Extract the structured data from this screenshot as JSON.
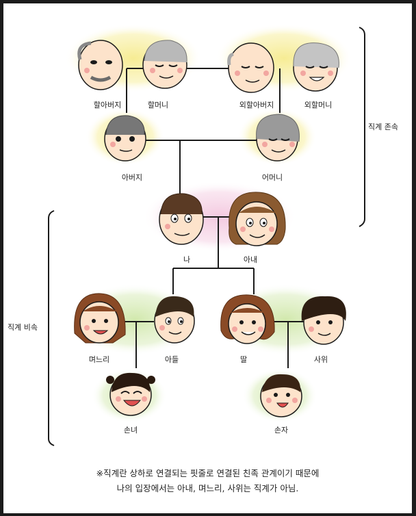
{
  "labels": {
    "grandfather": "할아버지",
    "grandmother": "할머니",
    "mat_grandfather": "외할아버지",
    "mat_grandmother": "외할머니",
    "father": "아버지",
    "mother": "어머니",
    "me": "나",
    "wife": "아내",
    "daughter_in_law": "며느리",
    "son": "아들",
    "daughter": "딸",
    "son_in_law": "사위",
    "granddaughter": "손녀",
    "grandson": "손자"
  },
  "brackets": {
    "ancestors": "직계 존속",
    "descendants": "직계 비속"
  },
  "footnote": {
    "line1": "※직계란 상하로 연결되는 핏줄로 연결된 친족 관계이기 때문에",
    "line2": "나의 입장에서는 아내, 며느리, 사위는 직계가 아님."
  },
  "colors": {
    "yellow_glow": "#f6eb8e",
    "pink_glow": "#f3c6de",
    "green_glow": "#cfe7a8",
    "skin": "#fde3cb",
    "line": "#1a1a1a"
  }
}
